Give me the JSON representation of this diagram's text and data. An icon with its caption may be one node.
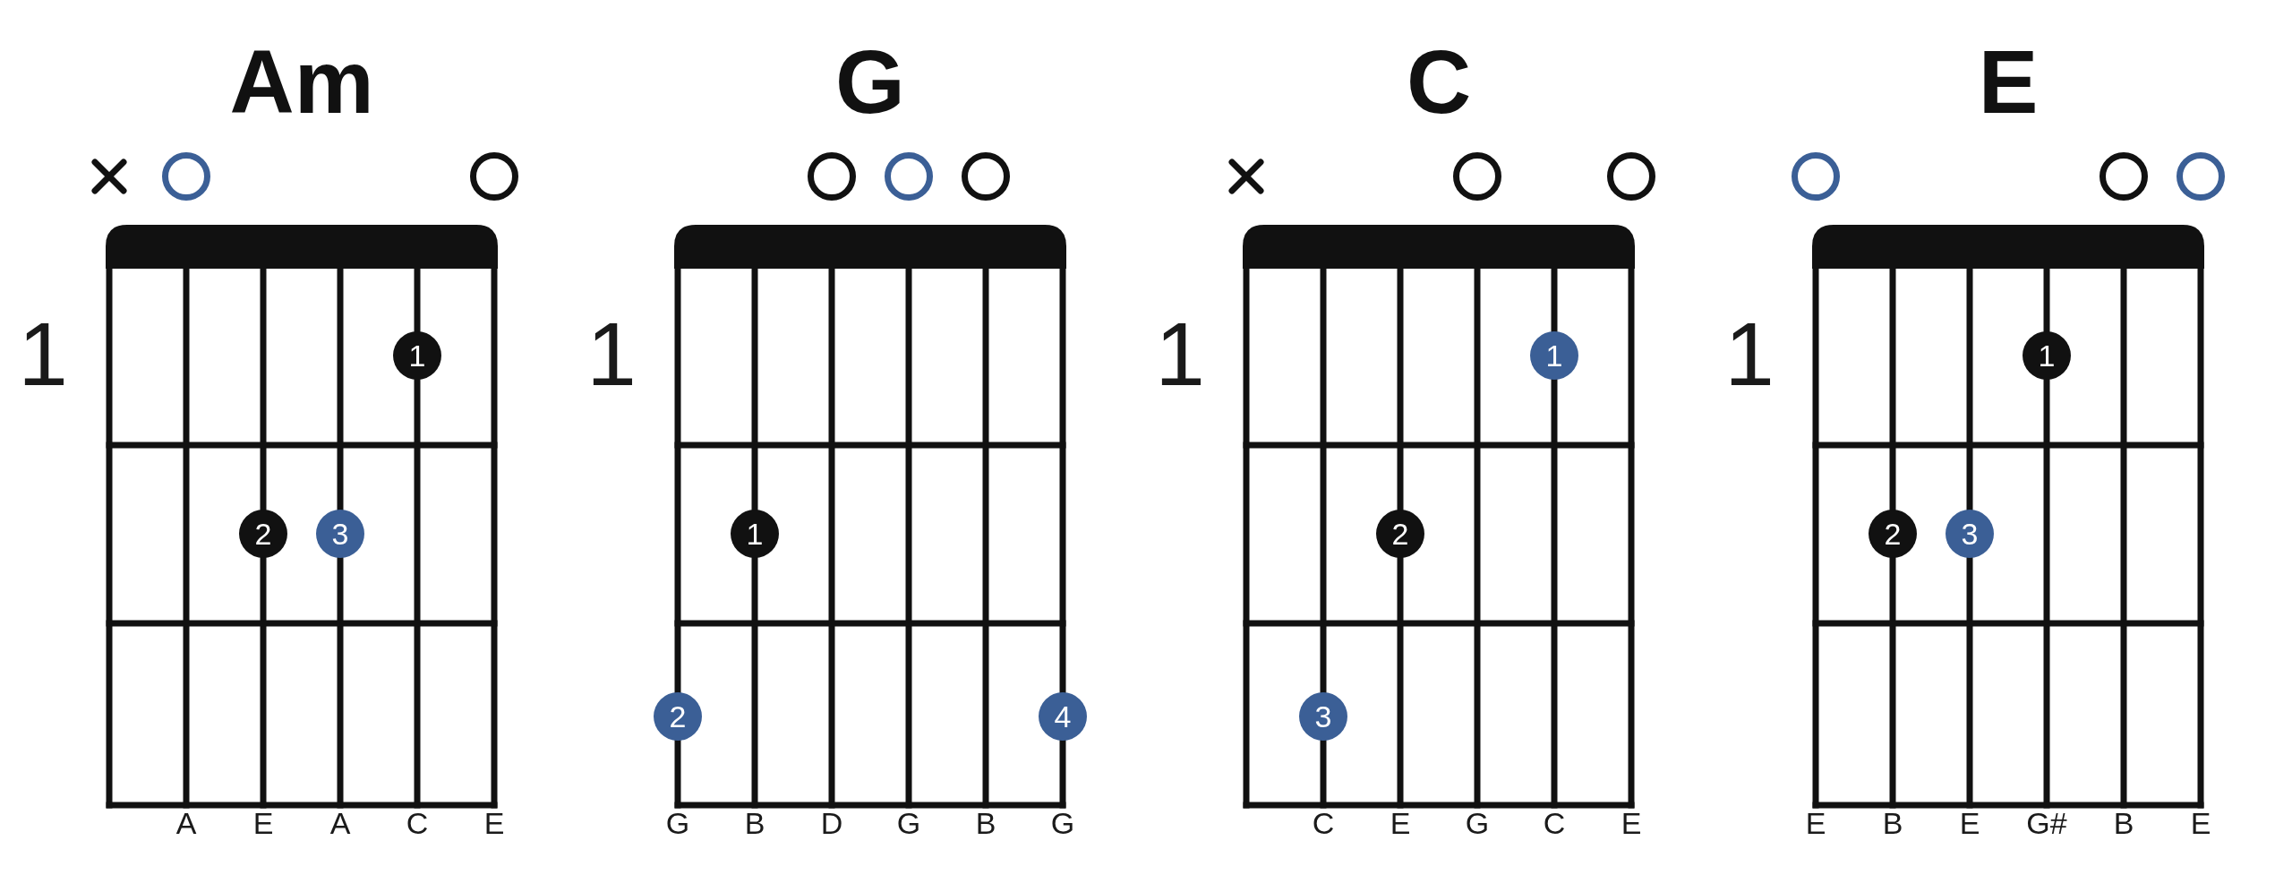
{
  "diagram": {
    "nodes": [
      {
        "text": [
          "Am"
        ],
        "beside": [
          "1",
          "A",
          "E",
          "A",
          "C",
          "E"
        ]
      },
      {
        "text": [],
        "shape": "bar",
        "in": 0
      },
      {
        "text": [
          "1"
        ],
        "in": 0
      },
      {
        "text": [
          "2"
        ],
        "in": 0
      },
      {
        "text": [
          "3"
        ],
        "in": 0
      },
      {
        "text": [
          "G"
        ],
        "beside": [
          "1",
          "G",
          "B",
          "D",
          "G",
          "B",
          "G"
        ]
      },
      {
        "text": [],
        "shape": "bar",
        "in": 5
      },
      {
        "text": [
          "1"
        ],
        "in": 5
      },
      {
        "text": [
          "2"
        ],
        "in": 5
      },
      {
        "text": [
          "4"
        ],
        "in": 5
      },
      {
        "text": [
          "C"
        ],
        "beside": [
          "1",
          "C",
          "E",
          "G",
          "C",
          "E"
        ]
      },
      {
        "text": [],
        "shape": "bar",
        "in": 10
      },
      {
        "text": [
          "1"
        ],
        "in": 10
      },
      {
        "text": [
          "2"
        ],
        "in": 10
      },
      {
        "text": [
          "3"
        ],
        "in": 10
      },
      {
        "text": [
          "E"
        ],
        "beside": [
          "1",
          "E",
          "B",
          "E",
          "G#",
          "B",
          "E"
        ]
      },
      {
        "text": [],
        "shape": "bar",
        "in": 15
      },
      {
        "text": [
          "1"
        ],
        "in": 15
      },
      {
        "text": [
          "2"
        ],
        "in": 15
      },
      {
        "text": [
          "3"
        ],
        "in": 15
      }
    ]
  }
}
